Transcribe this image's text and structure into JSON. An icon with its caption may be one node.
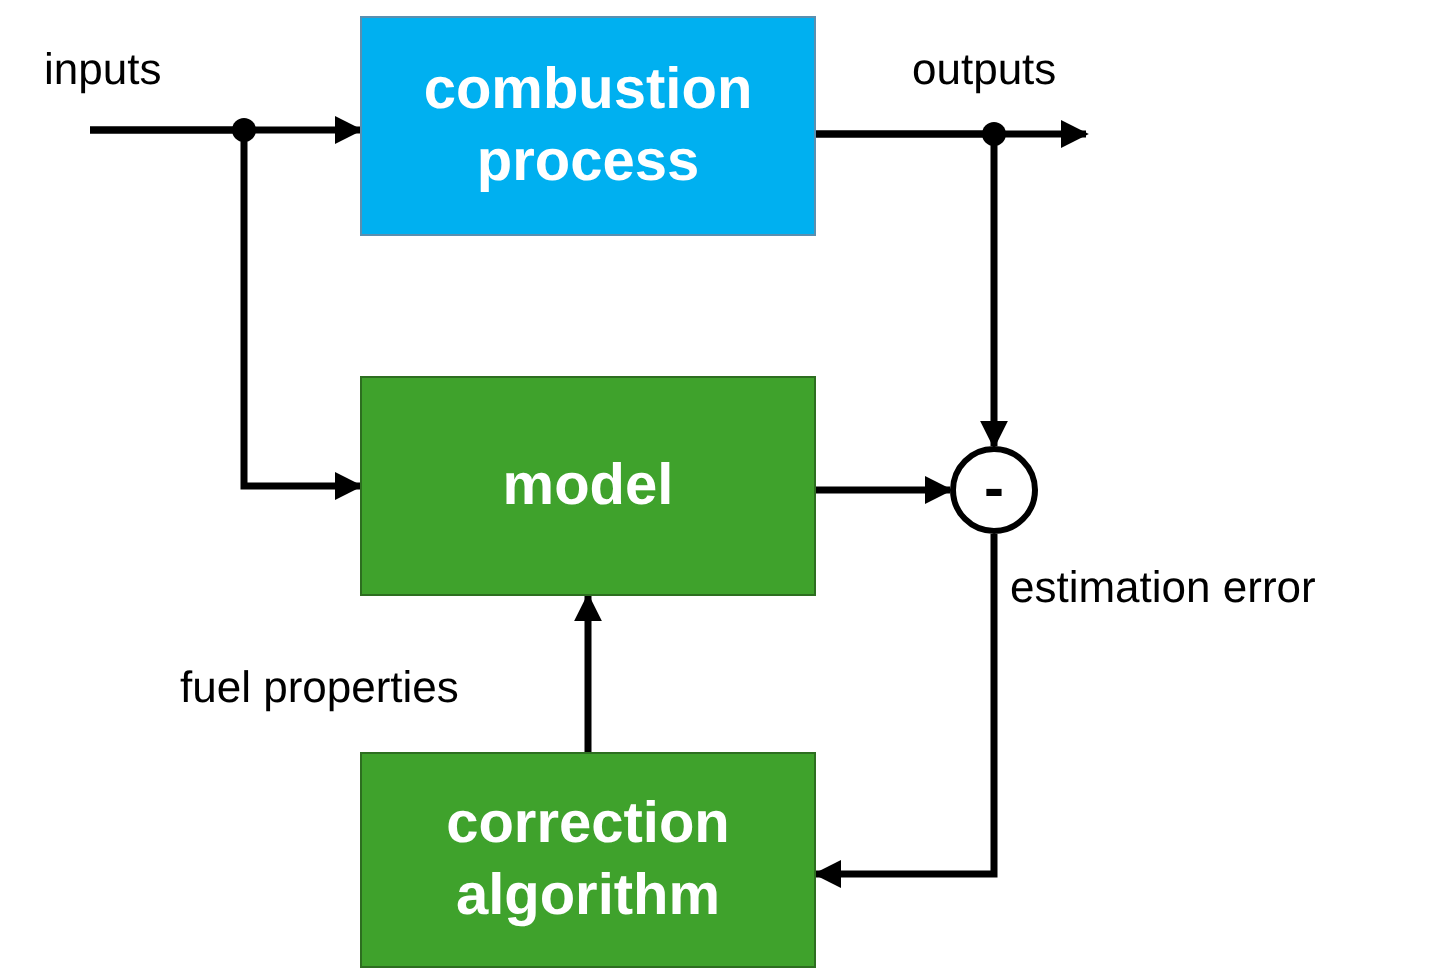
{
  "diagram": {
    "nodes": [
      {
        "text": [
          "combustion process"
        ]
      },
      {
        "text": [
          "model"
        ]
      },
      {
        "text": [
          "correction algorithm"
        ]
      },
      {
        "text": [
          "-"
        ]
      }
    ],
    "edges": [
      {
        "from": null,
        "to": 0,
        "arrow": "to",
        "label": "inputs"
      },
      {
        "from": null,
        "to": 1,
        "arrow": "to"
      },
      {
        "from": 0,
        "to": null,
        "arrow": "to",
        "label": "outputs"
      },
      {
        "from": 0,
        "to": 3,
        "arrow": "to"
      },
      {
        "from": 1,
        "to": 3,
        "arrow": "to"
      },
      {
        "from": 3,
        "to": 2,
        "arrow": "to",
        "label": "estimation error"
      },
      {
        "from": 2,
        "to": 1,
        "arrow": "to",
        "label": "fuel properties"
      }
    ]
  }
}
